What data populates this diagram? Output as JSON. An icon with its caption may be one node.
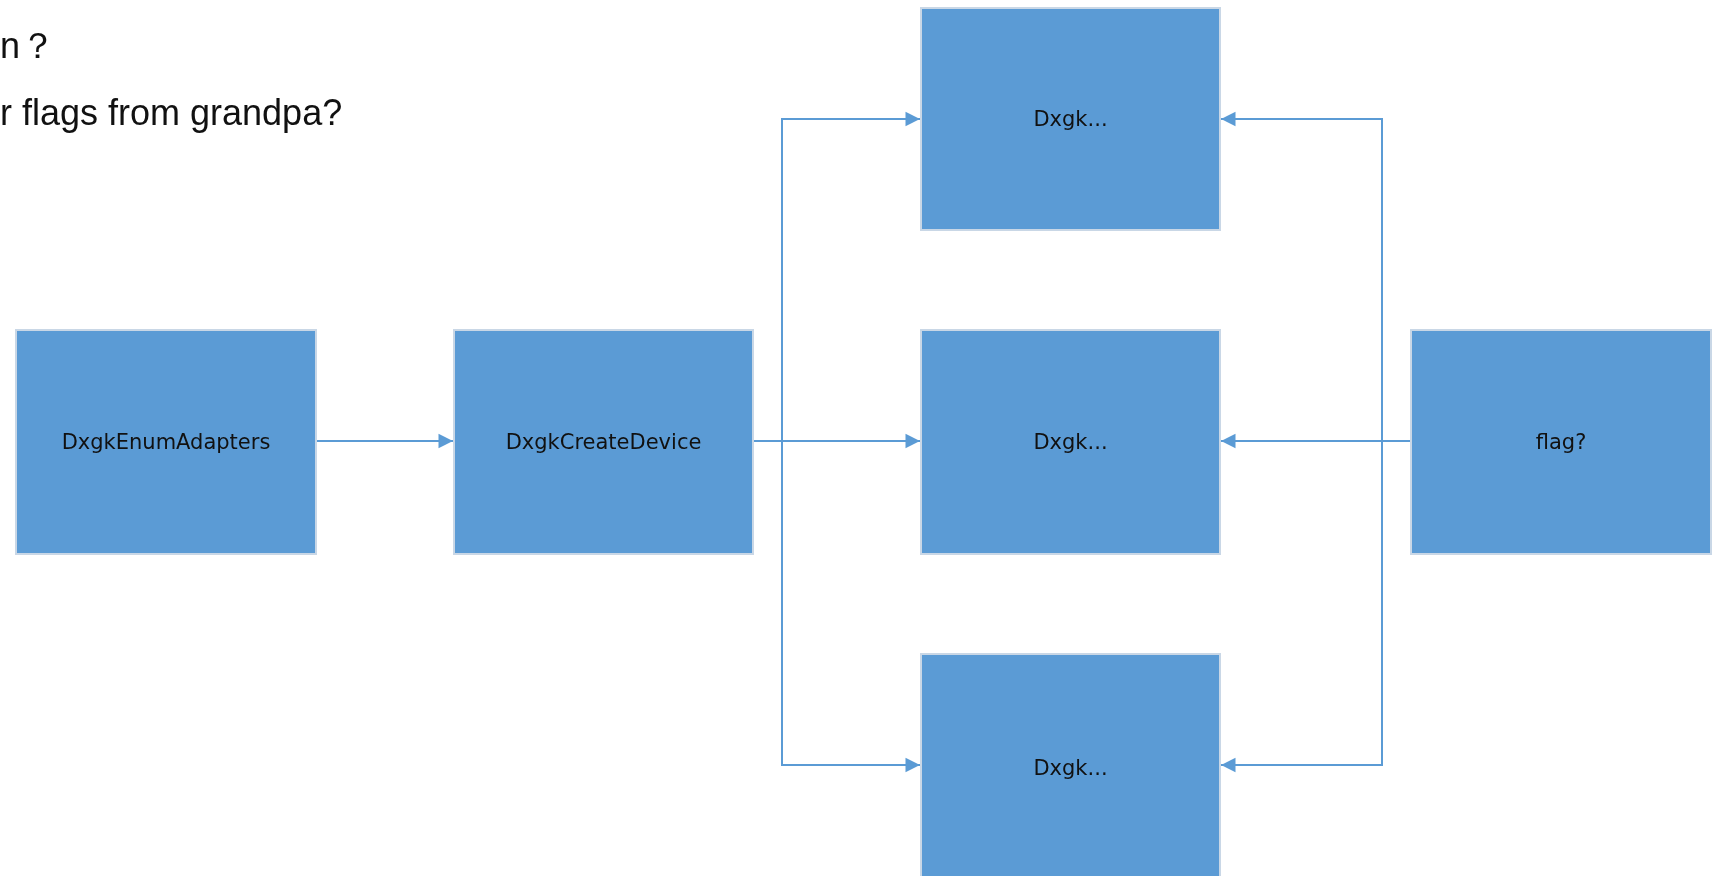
{
  "diagram": {
    "nodes": [
      {
        "text": [
          "DxgkEnumAdapters"
        ]
      },
      {
        "text": [
          "DxgkCreateDevice"
        ]
      },
      {
        "text": [
          "Dxgk..."
        ]
      },
      {
        "text": [
          "Dxgk..."
        ]
      },
      {
        "text": [
          "Dxgk..."
        ]
      },
      {
        "text": [
          "flag?"
        ]
      }
    ],
    "edges": [
      {
        "from": 0,
        "to": 1,
        "arrow": "to"
      },
      {
        "from": 1,
        "to": 2,
        "arrow": "to"
      },
      {
        "from": 1,
        "to": 3,
        "arrow": "to"
      },
      {
        "from": 1,
        "to": 4,
        "arrow": "to"
      },
      {
        "from": 5,
        "to": 2,
        "arrow": "to"
      },
      {
        "from": 5,
        "to": 3,
        "arrow": "to"
      },
      {
        "from": 5,
        "to": 4,
        "arrow": "to"
      }
    ],
    "labels": [
      "n？",
      "r flags from grandpa?"
    ]
  }
}
